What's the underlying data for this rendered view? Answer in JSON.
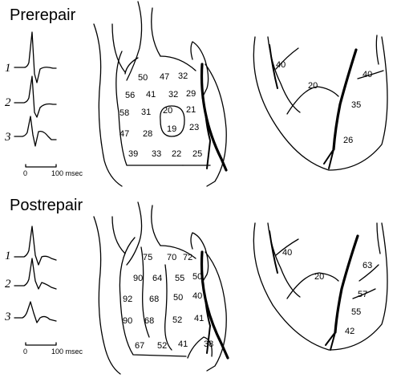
{
  "panels": [
    {
      "id": "pre",
      "title": "Prerepair",
      "leads": [
        "1",
        "2",
        "3"
      ],
      "scale": {
        "start": "0",
        "end": "100 msec"
      },
      "right_ventricle_values": [
        {
          "id": "r1c1",
          "value": "50"
        },
        {
          "id": "r1c2",
          "value": "47"
        },
        {
          "id": "r1c3",
          "value": "32"
        },
        {
          "id": "r2c1",
          "value": "56"
        },
        {
          "id": "r2c2",
          "value": "41"
        },
        {
          "id": "r2c3",
          "value": "32"
        },
        {
          "id": "r2c4",
          "value": "29"
        },
        {
          "id": "r3c1",
          "value": "58"
        },
        {
          "id": "r3c2",
          "value": "31"
        },
        {
          "id": "r3c3",
          "value": "20"
        },
        {
          "id": "r3c4",
          "value": "21"
        },
        {
          "id": "r4c1",
          "value": "47"
        },
        {
          "id": "r4c2",
          "value": "28"
        },
        {
          "id": "r4c3",
          "value": "19"
        },
        {
          "id": "r4c4",
          "value": "23"
        },
        {
          "id": "r5c1",
          "value": "39"
        },
        {
          "id": "r5c2",
          "value": "33"
        },
        {
          "id": "r5c3",
          "value": "22"
        },
        {
          "id": "r5c4",
          "value": "25"
        }
      ],
      "septum_values": [
        {
          "id": "s1",
          "value": "40"
        },
        {
          "id": "s2",
          "value": "20"
        },
        {
          "id": "s3",
          "value": "40"
        },
        {
          "id": "s4",
          "value": "35"
        },
        {
          "id": "s5",
          "value": "26"
        }
      ]
    },
    {
      "id": "post",
      "title": "Postrepair",
      "leads": [
        "1",
        "2",
        "3"
      ],
      "scale": {
        "start": "0",
        "end": "100 msec"
      },
      "right_ventricle_values": [
        {
          "id": "r1c1",
          "value": "75"
        },
        {
          "id": "r1c2",
          "value": "70"
        },
        {
          "id": "r1c3",
          "value": "72"
        },
        {
          "id": "r2c1",
          "value": "90"
        },
        {
          "id": "r2c2",
          "value": "64"
        },
        {
          "id": "r2c3",
          "value": "55"
        },
        {
          "id": "r2c4",
          "value": "50"
        },
        {
          "id": "r3c1",
          "value": "92"
        },
        {
          "id": "r3c2",
          "value": "68"
        },
        {
          "id": "r3c3",
          "value": "50"
        },
        {
          "id": "r3c4",
          "value": "40"
        },
        {
          "id": "r4c1",
          "value": "90"
        },
        {
          "id": "r4c2",
          "value": "68"
        },
        {
          "id": "r4c3",
          "value": "52"
        },
        {
          "id": "r4c4",
          "value": "41"
        },
        {
          "id": "r5c1",
          "value": "67"
        },
        {
          "id": "r5c2",
          "value": "52"
        },
        {
          "id": "r5c3",
          "value": "41"
        },
        {
          "id": "r5c4",
          "value": "38"
        }
      ],
      "septum_values": [
        {
          "id": "s1",
          "value": "40"
        },
        {
          "id": "s2",
          "value": "20"
        },
        {
          "id": "s3",
          "value": "63"
        },
        {
          "id": "s4",
          "value": "57"
        },
        {
          "id": "s5",
          "value": "55"
        },
        {
          "id": "s6",
          "value": "42"
        }
      ]
    }
  ]
}
